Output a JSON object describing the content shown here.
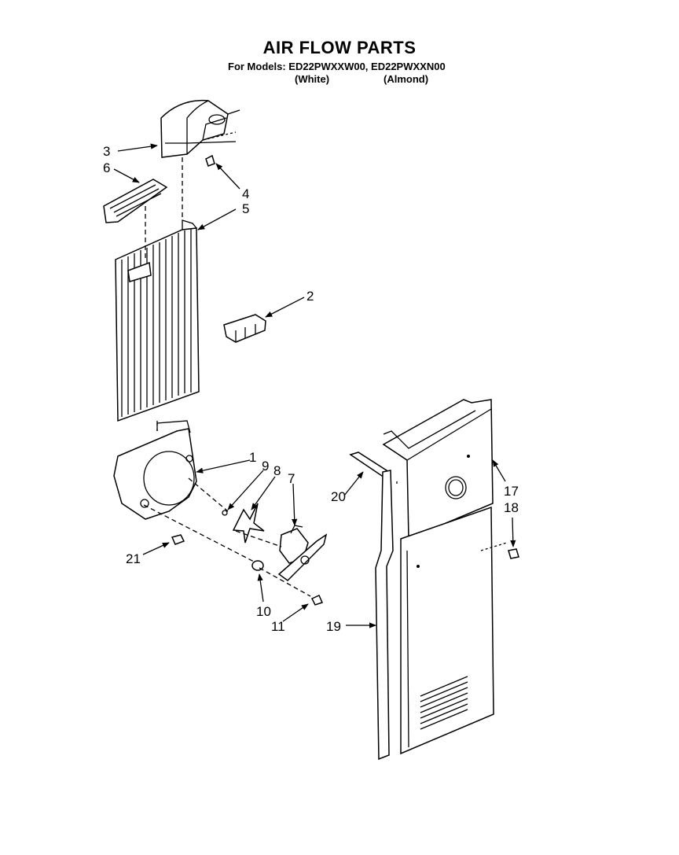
{
  "header": {
    "title": "AIR FLOW PARTS",
    "models_line": "For Models: ED22PWXXW00, ED22PWXXN00",
    "variant_white": "(White)",
    "variant_almond": "(Almond)"
  },
  "callouts": [
    "1",
    "2",
    "3",
    "4",
    "5",
    "6",
    "7",
    "8",
    "9",
    "10",
    "11",
    "17",
    "18",
    "19",
    "20",
    "21"
  ]
}
